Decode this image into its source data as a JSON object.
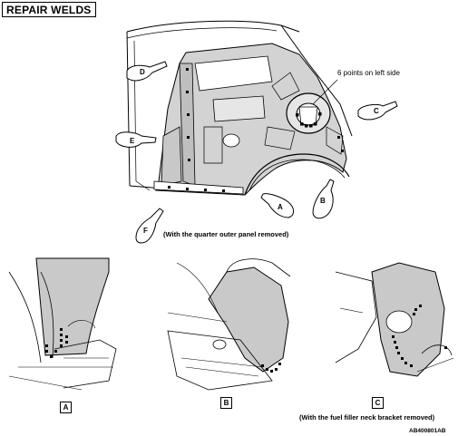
{
  "header": {
    "title": "REPAIR WELDS"
  },
  "main_view": {
    "callout": "6 points on left side",
    "caption": "(With the quarter outer panel removed)",
    "view_markers": [
      "A",
      "B",
      "C",
      "D",
      "E",
      "F"
    ]
  },
  "detail_views": [
    {
      "label": "A"
    },
    {
      "label": "B"
    },
    {
      "label": "C"
    }
  ],
  "detail_c_caption": "(With the fuel filler neck bracket removed)",
  "reference_code": "AB400801AB"
}
